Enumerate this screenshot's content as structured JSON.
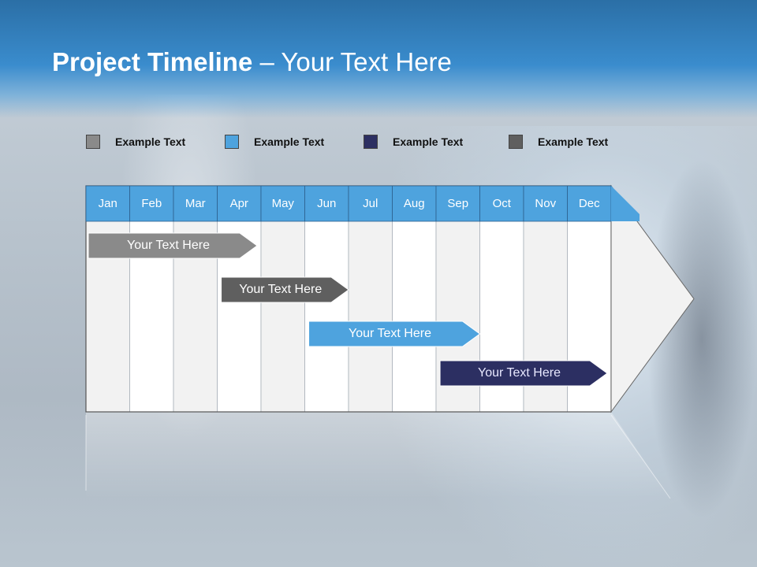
{
  "slide": {
    "title_bold": "Project Timeline",
    "title_rest": " – Your Text Here"
  },
  "legend": [
    {
      "label": "Example Text",
      "color": "#8a8a8a"
    },
    {
      "label": "Example Text",
      "color": "#4ea3de"
    },
    {
      "label": "Example Text",
      "color": "#2c2f62"
    },
    {
      "label": "Example Text",
      "color": "#5f5f5f"
    }
  ],
  "timeline": {
    "months": [
      "Jan",
      "Feb",
      "Mar",
      "Apr",
      "May",
      "Jun",
      "Jul",
      "Aug",
      "Sep",
      "Oct",
      "Nov",
      "Dec"
    ],
    "header_color": "#4ea3de",
    "tasks": [
      {
        "label": "Your  Text Here",
        "color": "#8a8a8a",
        "start_month": "Jan",
        "end_month": "Apr"
      },
      {
        "label": "Your  Text Here",
        "color": "#5f5f5f",
        "start_month": "Apr",
        "end_month": "Jun"
      },
      {
        "label": "Your  Text Here",
        "color": "#4ea3de",
        "start_month": "Jun",
        "end_month": "Sep"
      },
      {
        "label": "Your  Text Here",
        "color": "#2c2f62",
        "start_month": "Sep",
        "end_month": "Dec"
      }
    ]
  }
}
